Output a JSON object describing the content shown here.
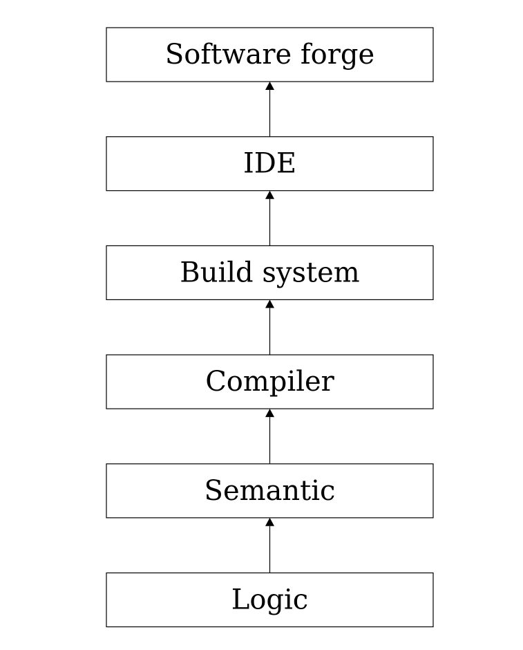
{
  "diagram": {
    "direction": "bottom-to-top",
    "nodes": [
      {
        "id": "software-forge",
        "label": "Software forge"
      },
      {
        "id": "ide",
        "label": "IDE"
      },
      {
        "id": "build-system",
        "label": "Build system"
      },
      {
        "id": "compiler",
        "label": "Compiler"
      },
      {
        "id": "semantic",
        "label": "Semantic"
      },
      {
        "id": "logic",
        "label": "Logic"
      }
    ],
    "edges": [
      {
        "from": "logic",
        "to": "semantic"
      },
      {
        "from": "semantic",
        "to": "compiler"
      },
      {
        "from": "compiler",
        "to": "build-system"
      },
      {
        "from": "build-system",
        "to": "ide"
      },
      {
        "from": "ide",
        "to": "software-forge"
      }
    ],
    "colors": {
      "stroke": "#000000",
      "fill": "#ffffff",
      "text": "#000000"
    }
  }
}
